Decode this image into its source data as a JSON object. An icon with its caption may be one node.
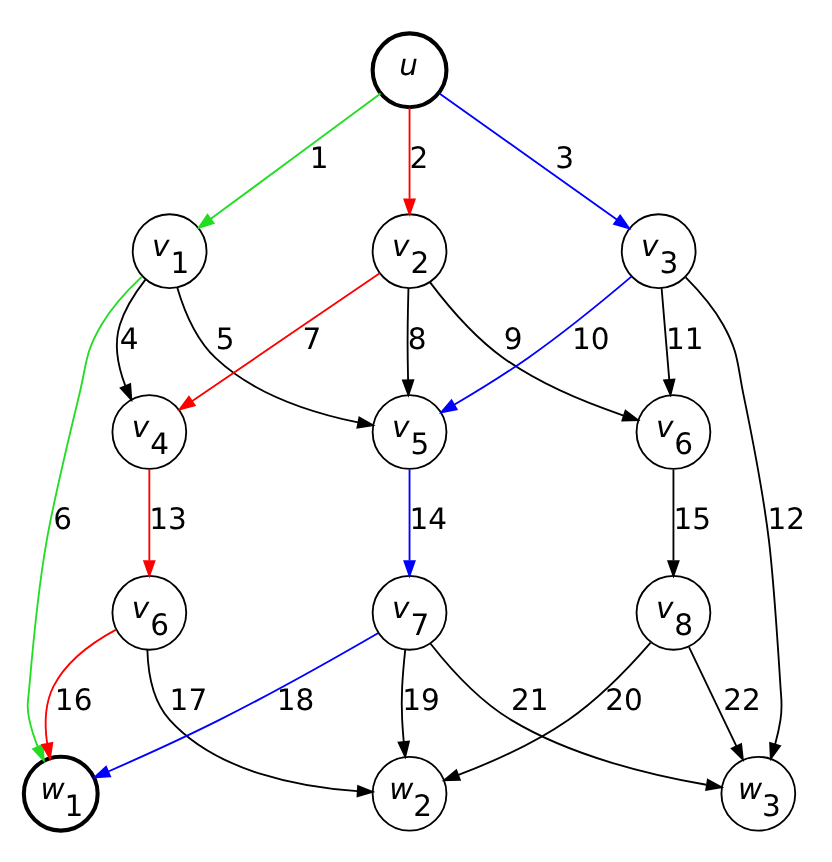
{
  "diagram": {
    "nodes": [
      {
        "text": [
          "*u*"
        ]
      },
      {
        "text": [
          "*v*$_{1}$"
        ]
      },
      {
        "text": [
          "*v*$_{2}$"
        ]
      },
      {
        "text": [
          "*v*$_{3}$"
        ]
      },
      {
        "text": [
          "*v*$_{4}$"
        ]
      },
      {
        "text": [
          "*v*$_{5}$"
        ]
      },
      {
        "text": [
          "*v*$_{6}$"
        ]
      },
      {
        "text": [
          "*v*$_{6}$"
        ]
      },
      {
        "text": [
          "*v*$_{7}$"
        ]
      },
      {
        "text": [
          "*v*$_{8}$"
        ]
      },
      {
        "text": [
          "*w*$_{1}$"
        ]
      },
      {
        "text": [
          "*w*$_{2}$"
        ]
      },
      {
        "text": [
          "*w*$_{3}$"
        ]
      }
    ],
    "edges": [
      {
        "from": 0,
        "to": 1,
        "arrow": "to",
        "label": "1",
        "color": "#22dd22"
      },
      {
        "from": 0,
        "to": 2,
        "arrow": "to",
        "label": "2",
        "color": "#ff0000"
      },
      {
        "from": 0,
        "to": 3,
        "arrow": "to",
        "label": "3",
        "color": "#0000ff"
      },
      {
        "from": 1,
        "to": 4,
        "arrow": "to",
        "label": "4"
      },
      {
        "from": 1,
        "to": 5,
        "arrow": "to",
        "label": "5"
      },
      {
        "from": 1,
        "to": 10,
        "arrow": "to",
        "label": "6",
        "color": "#22dd22"
      },
      {
        "from": 2,
        "to": 4,
        "arrow": "to",
        "label": "7",
        "color": "#ff0000"
      },
      {
        "from": 2,
        "to": 5,
        "arrow": "to",
        "label": "8"
      },
      {
        "from": 2,
        "to": 6,
        "arrow": "to",
        "label": "9"
      },
      {
        "from": 3,
        "to": 5,
        "arrow": "to",
        "label": "10",
        "color": "#0000ff"
      },
      {
        "from": 3,
        "to": 6,
        "arrow": "to",
        "label": "11"
      },
      {
        "from": 3,
        "to": 12,
        "arrow": "to",
        "label": "12"
      },
      {
        "from": 4,
        "to": 7,
        "arrow": "to",
        "label": "13",
        "color": "#ff0000"
      },
      {
        "from": 5,
        "to": 8,
        "arrow": "to",
        "label": "14",
        "color": "#0000ff"
      },
      {
        "from": 6,
        "to": 9,
        "arrow": "to",
        "label": "15"
      },
      {
        "from": 7,
        "to": 10,
        "arrow": "to",
        "label": "16",
        "color": "#ff0000"
      },
      {
        "from": 7,
        "to": 11,
        "arrow": "to",
        "label": "17"
      },
      {
        "from": 8,
        "to": 10,
        "arrow": "to",
        "label": "18",
        "color": "#0000ff"
      },
      {
        "from": 8,
        "to": 11,
        "arrow": "to",
        "label": "19"
      },
      {
        "from": 9,
        "to": 11,
        "arrow": "to",
        "label": "20"
      },
      {
        "from": 8,
        "to": 12,
        "arrow": "to",
        "label": "21"
      },
      {
        "from": 9,
        "to": 12,
        "arrow": "to",
        "label": "22"
      }
    ]
  }
}
